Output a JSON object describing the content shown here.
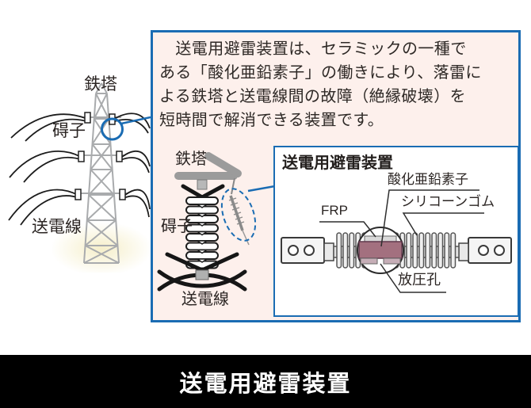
{
  "panel": {
    "border_color": "#1a6cb3",
    "bg_color": "#fdf0ec",
    "description_lines": [
      "　送電用避雷装置は、セラミックの一種で",
      "ある「酸化亜鉛素子」の働きにより、落雷に",
      "よる鉄塔と送電線間の故障（絶縁破壊）を",
      "短時間で解消できる装置です。"
    ]
  },
  "tower_overview": {
    "labels": {
      "tower": "鉄塔",
      "insulator": "碍子",
      "power_line": "送電線"
    }
  },
  "insulator_detail": {
    "labels": {
      "tower": "鉄塔",
      "insulator": "碍子",
      "power_line": "送電線"
    }
  },
  "device_panel": {
    "title": "送電用避雷装置",
    "labels": {
      "frp": "FRP",
      "zinc_oxide_element": "酸化亜鉛素子",
      "silicone_rubber": "シリコーンゴム",
      "pressure_release_hole": "放圧孔"
    },
    "element_color": "#a3707f",
    "accent_blue": "#1a6cb3"
  },
  "footer": {
    "caption": "送電用避雷装置",
    "bg_color": "#000000",
    "text_color": "#ffffff"
  }
}
